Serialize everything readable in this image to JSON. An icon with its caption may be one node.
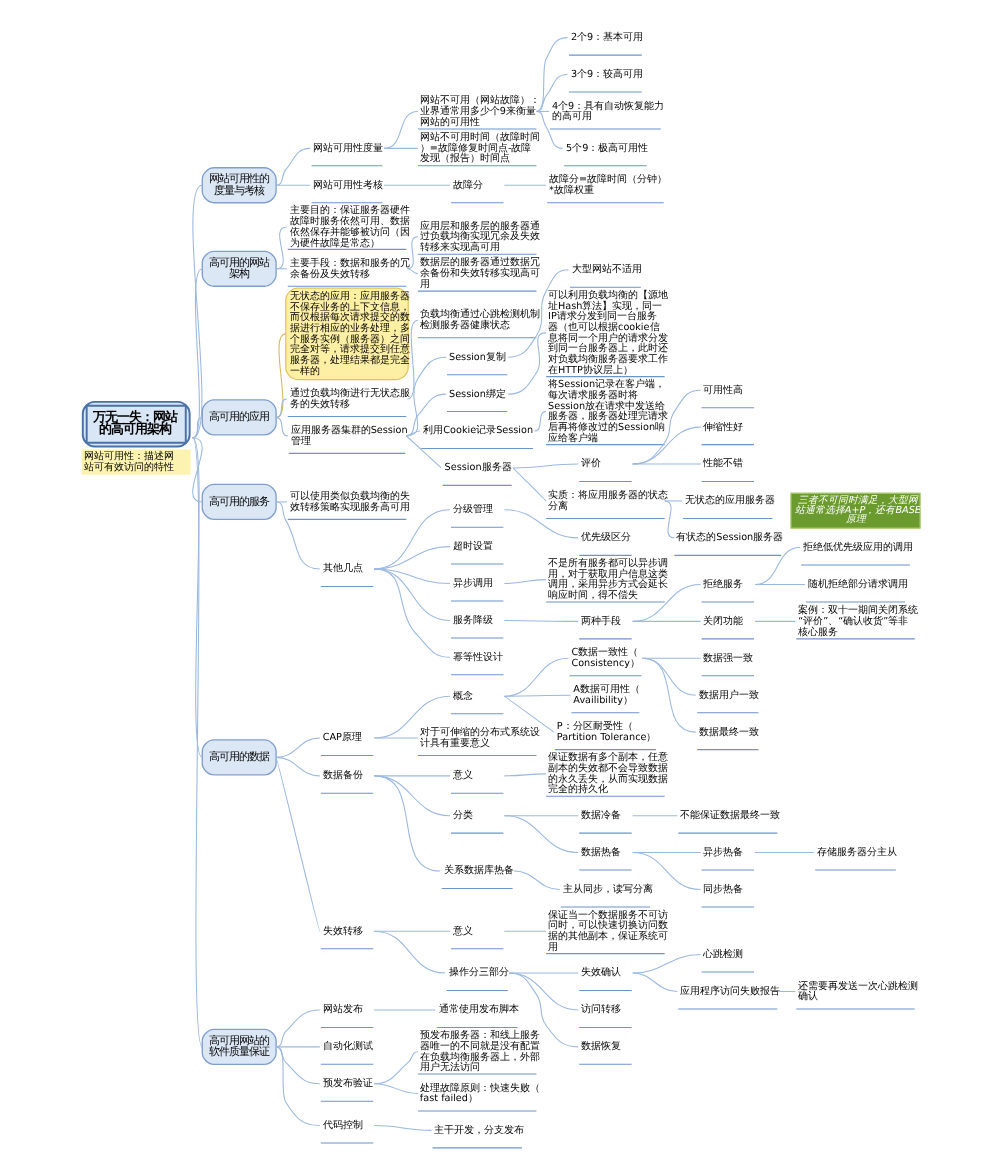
{
  "diagram": {
    "nodes": [
      {
        "text": [
          "万无一失：网站的高可用架构"
        ],
        "beside": [
          "网站可用性：描述网站可有效访问的特性"
        ]
      },
      {
        "text": [
          "网站可用性的度量与考核"
        ]
      },
      {
        "text": [
          "网站可用性度量"
        ]
      },
      {
        "text": [
          "网站不可用（网站故障）：业界通常用多少个9来衡量网站的可用性"
        ]
      },
      {
        "text": [
          "2个9：基本可用"
        ]
      },
      {
        "text": [
          "3个9：较高可用"
        ]
      },
      {
        "text": [
          "4个9：具有自动恢复能力的高可用"
        ]
      },
      {
        "text": [
          "5个9：极高可用性"
        ]
      },
      {
        "text": [
          "网站不可用时间（故障时间）=故障修复时间点-故障发现（报告）时间点"
        ]
      },
      {
        "text": [
          "网站可用性考核"
        ]
      },
      {
        "text": [
          "故障分"
        ]
      },
      {
        "text": [
          "故障分=故障时间（分钟）*故障权重"
        ]
      },
      {
        "text": [
          "高可用的网站架构"
        ]
      },
      {
        "text": [
          "主要目的：保证服务器硬件故障时服务依然可用、数据依然保存并能够被访问（因为硬件故障是常态）"
        ]
      },
      {
        "text": [
          "主要手段：数据和服务的冗余备份及失效转移"
        ]
      },
      {
        "text": [
          "应用层和服务层的服务器通过负载均衡实现冗余及失效转移来实现高可用"
        ]
      },
      {
        "text": [
          "数据层的服务器通过数据冗余备份和失效转移实现高可用"
        ]
      },
      {
        "text": [
          "无状态的应用：应用服务器不保存业务的上下文信息，而仅根据每次请求提交的数据进行相应的业务处理，多个服务实例（服务器）之间完全对等，请求提交到任意服务器，处理结果都是完全一样的"
        ]
      },
      {
        "text": [
          "高可用的应用"
        ]
      },
      {
        "text": [
          "通过负载均衡进行无状态服务的失效转移"
        ]
      },
      {
        "text": [
          "负载均衡通过心跳检测机制检测服务器健康状态"
        ]
      },
      {
        "text": [
          "应用服务器集群的Session管理"
        ]
      },
      {
        "text": [
          "Session复制"
        ]
      },
      {
        "text": [
          "大型网站不适用"
        ]
      },
      {
        "text": [
          "Session绑定"
        ]
      },
      {
        "text": [
          "可以利用负载均衡的【源地址Hash算法】实现，同一IP请求分发到同一台服务器（也可以根据cookie信息将同一个用户的请求分发到同一台服务器上，此时还对负载均衡服务器要求工作在HTTP协议层上）"
        ]
      },
      {
        "text": [
          "利用Cookie记录Session"
        ]
      },
      {
        "text": [
          "将Session记录在客户端，每次请求服务器时将Session放在请求中发送给服务器，服务器处理完请求后再将修改过的Session响应给客户端"
        ]
      },
      {
        "text": [
          "Session服务器"
        ]
      },
      {
        "text": [
          "评价"
        ]
      },
      {
        "text": [
          "可用性高"
        ]
      },
      {
        "text": [
          "伸缩性好"
        ]
      },
      {
        "text": [
          "性能不错"
        ]
      },
      {
        "text": [
          "实质：将应用服务器的状态分离"
        ]
      },
      {
        "text": [
          "无状态的应用服务器"
        ]
      },
      {
        "text": [
          "有状态的Session服务器"
        ]
      },
      {
        "text": [
          "高可用的服务"
        ]
      },
      {
        "text": [
          "可以使用类似负载均衡的失效转移策略实现服务高可用"
        ]
      },
      {
        "text": [
          "其他几点"
        ]
      },
      {
        "text": [
          "分级管理"
        ]
      },
      {
        "text": [
          "优先级区分"
        ]
      },
      {
        "text": [
          "超时设置"
        ]
      },
      {
        "text": [
          "异步调用"
        ]
      },
      {
        "text": [
          "不是所有服务都可以异步调用，对于获取用户信息这类调用，采用异步方式会延长响应时间，得不偿失"
        ]
      },
      {
        "text": [
          "服务降级"
        ]
      },
      {
        "text": [
          "两种手段"
        ]
      },
      {
        "text": [
          "拒绝服务"
        ]
      },
      {
        "text": [
          "拒绝低优先级应用的调用"
        ]
      },
      {
        "text": [
          "随机拒绝部分请求调用"
        ]
      },
      {
        "text": [
          "关闭功能"
        ]
      },
      {
        "text": [
          "案例：双十一期间关闭系统“评价”、“确认收货”等非核心服务"
        ]
      },
      {
        "text": [
          "幂等性设计"
        ]
      },
      {
        "text": [
          "高可用的数据"
        ]
      },
      {
        "text": [
          "CAP原理"
        ]
      },
      {
        "text": [
          "概念"
        ]
      },
      {
        "text": [
          "C数据一致性（Consistency）"
        ]
      },
      {
        "text": [
          "数据强一致"
        ]
      },
      {
        "text": [
          "数据用户一致"
        ]
      },
      {
        "text": [
          "数据最终一致"
        ]
      },
      {
        "text": [
          "A数据可用性（Availibility）"
        ]
      },
      {
        "text": [
          "P：分区耐受性（Partition Tolerance）"
        ]
      },
      {
        "text": [
          "对于可伸缩的分布式系统设计具有重要意义"
        ]
      },
      {
        "text": [
          "三者不可同时满足，大型网站通常选择A+P，还有BASE原理"
        ]
      },
      {
        "text": [
          "数据备份"
        ]
      },
      {
        "text": [
          "意义"
        ]
      },
      {
        "text": [
          "保证数据有多个副本，任意副本的失效都不会导致数据的永久丢失，从而实现数据完全的持久化"
        ]
      },
      {
        "text": [
          "分类"
        ]
      },
      {
        "text": [
          "数据冷备"
        ]
      },
      {
        "text": [
          "不能保证数据最终一致"
        ]
      },
      {
        "text": [
          "数据热备"
        ]
      },
      {
        "text": [
          "异步热备"
        ]
      },
      {
        "text": [
          "存储服务器分主从"
        ]
      },
      {
        "text": [
          "同步热备"
        ]
      },
      {
        "text": [
          "关系数据库热备"
        ]
      },
      {
        "text": [
          "主从同步，读写分离"
        ]
      },
      {
        "text": [
          "失效转移"
        ]
      },
      {
        "text": [
          "意义"
        ]
      },
      {
        "text": [
          "保证当一个数据服务不可访问时，可以快速切换访问数据的其他副本，保证系统可用"
        ]
      },
      {
        "text": [
          "操作分三部分"
        ]
      },
      {
        "text": [
          "失效确认"
        ]
      },
      {
        "text": [
          "心跳检测"
        ]
      },
      {
        "text": [
          "应用程序访问失败报告"
        ]
      },
      {
        "text": [
          "还需要再发送一次心跳检测确认"
        ]
      },
      {
        "text": [
          "访问转移"
        ]
      },
      {
        "text": [
          "数据恢复"
        ]
      },
      {
        "text": [
          "高可用网站的软件质量保证"
        ]
      },
      {
        "text": [
          "网站发布"
        ]
      },
      {
        "text": [
          "通常使用发布脚本"
        ]
      },
      {
        "text": [
          "自动化测试"
        ]
      },
      {
        "text": [
          "预发布验证"
        ]
      },
      {
        "text": [
          "预发布服务器：和线上服务器唯一的不同就是没有配置在负载均衡服务器上，外部用户无法访问"
        ]
      },
      {
        "text": [
          "处理故障原则：快速失败（fast failed）"
        ]
      },
      {
        "text": [
          "代码控制"
        ]
      },
      {
        "text": [
          "主干开发，分支发布"
        ]
      }
    ],
    "edges": [
      {
        "from": 0,
        "to": 1,
        "arrow": "none"
      },
      {
        "from": 1,
        "to": 2,
        "arrow": "none"
      },
      {
        "from": 2,
        "to": 3,
        "arrow": "none"
      },
      {
        "from": 3,
        "to": 4,
        "arrow": "none"
      },
      {
        "from": 3,
        "to": 5,
        "arrow": "none"
      },
      {
        "from": 3,
        "to": 6,
        "arrow": "none"
      },
      {
        "from": 3,
        "to": 7,
        "arrow": "none"
      },
      {
        "from": 2,
        "to": 8,
        "arrow": "none"
      },
      {
        "from": 1,
        "to": 9,
        "arrow": "none"
      },
      {
        "from": 9,
        "to": 10,
        "arrow": "none"
      },
      {
        "from": 10,
        "to": 11,
        "arrow": "none"
      },
      {
        "from": 0,
        "to": 12,
        "arrow": "none"
      },
      {
        "from": 12,
        "to": 13,
        "arrow": "none"
      },
      {
        "from": 12,
        "to": 14,
        "arrow": "none"
      },
      {
        "from": 14,
        "to": 15,
        "arrow": "none"
      },
      {
        "from": 14,
        "to": 16,
        "arrow": "none"
      },
      {
        "from": 0,
        "to": 18,
        "arrow": "none"
      },
      {
        "from": 18,
        "to": 17,
        "arrow": "none",
        "color": "#d8b861"
      },
      {
        "from": 18,
        "to": 19,
        "arrow": "none"
      },
      {
        "from": 19,
        "to": 20,
        "arrow": "none"
      },
      {
        "from": 18,
        "to": 21,
        "arrow": "none"
      },
      {
        "from": 21,
        "to": 22,
        "arrow": "none"
      },
      {
        "from": 22,
        "to": 23,
        "arrow": "none"
      },
      {
        "from": 21,
        "to": 24,
        "arrow": "none"
      },
      {
        "from": 24,
        "to": 25,
        "arrow": "none"
      },
      {
        "from": 21,
        "to": 26,
        "arrow": "none"
      },
      {
        "from": 26,
        "to": 27,
        "arrow": "none"
      },
      {
        "from": 21,
        "to": 28,
        "arrow": "none"
      },
      {
        "from": 28,
        "to": 29,
        "arrow": "none"
      },
      {
        "from": 29,
        "to": 30,
        "arrow": "none"
      },
      {
        "from": 29,
        "to": 31,
        "arrow": "none"
      },
      {
        "from": 29,
        "to": 32,
        "arrow": "none"
      },
      {
        "from": 28,
        "to": 33,
        "arrow": "none"
      },
      {
        "from": 33,
        "to": 34,
        "arrow": "none"
      },
      {
        "from": 33,
        "to": 35,
        "arrow": "none"
      },
      {
        "from": 0,
        "to": 36,
        "arrow": "none"
      },
      {
        "from": 36,
        "to": 37,
        "arrow": "none"
      },
      {
        "from": 36,
        "to": 38,
        "arrow": "none"
      },
      {
        "from": 38,
        "to": 39,
        "arrow": "none"
      },
      {
        "from": 39,
        "to": 40,
        "arrow": "none"
      },
      {
        "from": 38,
        "to": 41,
        "arrow": "none"
      },
      {
        "from": 38,
        "to": 42,
        "arrow": "none"
      },
      {
        "from": 42,
        "to": 43,
        "arrow": "none"
      },
      {
        "from": 38,
        "to": 44,
        "arrow": "none"
      },
      {
        "from": 44,
        "to": 45,
        "arrow": "none"
      },
      {
        "from": 45,
        "to": 46,
        "arrow": "none"
      },
      {
        "from": 46,
        "to": 47,
        "arrow": "none"
      },
      {
        "from": 46,
        "to": 48,
        "arrow": "none"
      },
      {
        "from": 45,
        "to": 49,
        "arrow": "none"
      },
      {
        "from": 49,
        "to": 50,
        "arrow": "none"
      },
      {
        "from": 38,
        "to": 51,
        "arrow": "none"
      },
      {
        "from": 0,
        "to": 52,
        "arrow": "none"
      },
      {
        "from": 52,
        "to": 53,
        "arrow": "none"
      },
      {
        "from": 53,
        "to": 54,
        "arrow": "none"
      },
      {
        "from": 54,
        "to": 55,
        "arrow": "none"
      },
      {
        "from": 55,
        "to": 56,
        "arrow": "none"
      },
      {
        "from": 55,
        "to": 57,
        "arrow": "none"
      },
      {
        "from": 55,
        "to": 58,
        "arrow": "none"
      },
      {
        "from": 54,
        "to": 59,
        "arrow": "none"
      },
      {
        "from": 54,
        "to": 60,
        "arrow": "none"
      },
      {
        "from": 53,
        "to": 61,
        "arrow": "none"
      },
      {
        "from": 52,
        "to": 63,
        "arrow": "none"
      },
      {
        "from": 63,
        "to": 64,
        "arrow": "none"
      },
      {
        "from": 64,
        "to": 65,
        "arrow": "none"
      },
      {
        "from": 63,
        "to": 66,
        "arrow": "none"
      },
      {
        "from": 66,
        "to": 67,
        "arrow": "none"
      },
      {
        "from": 67,
        "to": 68,
        "arrow": "none"
      },
      {
        "from": 66,
        "to": 69,
        "arrow": "none"
      },
      {
        "from": 69,
        "to": 70,
        "arrow": "none"
      },
      {
        "from": 70,
        "to": 71,
        "arrow": "none"
      },
      {
        "from": 69,
        "to": 72,
        "arrow": "none"
      },
      {
        "from": 63,
        "to": 73,
        "arrow": "none"
      },
      {
        "from": 73,
        "to": 74,
        "arrow": "none"
      },
      {
        "from": 52,
        "to": 75,
        "arrow": "none"
      },
      {
        "from": 75,
        "to": 76,
        "arrow": "none"
      },
      {
        "from": 76,
        "to": 77,
        "arrow": "none"
      },
      {
        "from": 75,
        "to": 78,
        "arrow": "none"
      },
      {
        "from": 78,
        "to": 79,
        "arrow": "none"
      },
      {
        "from": 79,
        "to": 80,
        "arrow": "none"
      },
      {
        "from": 79,
        "to": 81,
        "arrow": "none"
      },
      {
        "from": 81,
        "to": 82,
        "arrow": "none"
      },
      {
        "from": 78,
        "to": 83,
        "arrow": "none"
      },
      {
        "from": 78,
        "to": 84,
        "arrow": "none"
      },
      {
        "from": 0,
        "to": 85,
        "arrow": "none"
      },
      {
        "from": 85,
        "to": 86,
        "arrow": "none"
      },
      {
        "from": 86,
        "to": 87,
        "arrow": "none"
      },
      {
        "from": 85,
        "to": 88,
        "arrow": "none"
      },
      {
        "from": 85,
        "to": 89,
        "arrow": "none"
      },
      {
        "from": 89,
        "to": 90,
        "arrow": "none"
      },
      {
        "from": 89,
        "to": 91,
        "arrow": "none"
      },
      {
        "from": 85,
        "to": 92,
        "arrow": "none"
      },
      {
        "from": 92,
        "to": 93,
        "arrow": "none"
      }
    ]
  }
}
